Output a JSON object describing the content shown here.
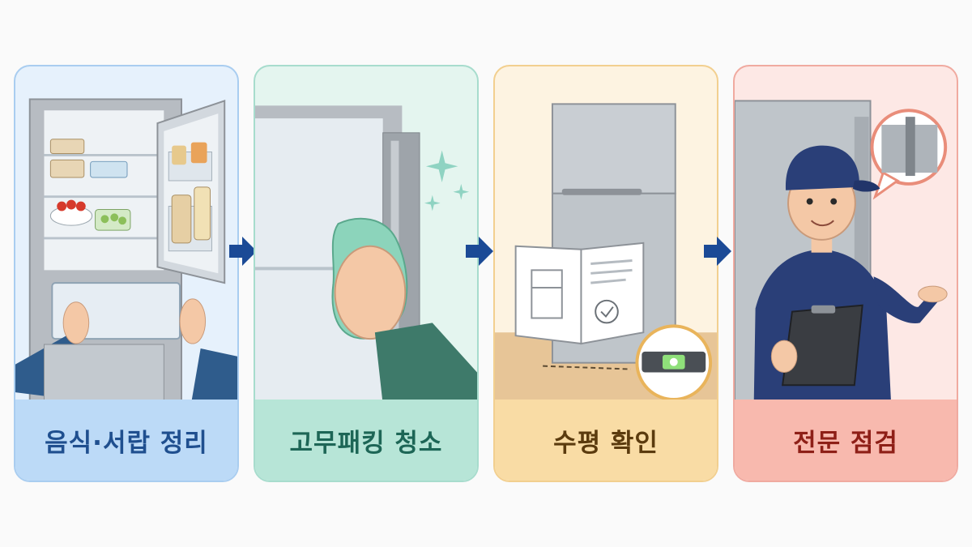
{
  "steps": [
    {
      "label": "음식·서랍 정리",
      "accent": "#1f4f8f"
    },
    {
      "label": "고무패킹 청소",
      "accent": "#1d6656"
    },
    {
      "label": "수평 확인",
      "accent": "#5b3b0e"
    },
    {
      "label": "전문 점검",
      "accent": "#8e1f17"
    }
  ],
  "colors": {
    "arrow": "#1b4a96",
    "fridge_steel": "#c9ced3",
    "technician_uniform": "#2a3f78"
  }
}
